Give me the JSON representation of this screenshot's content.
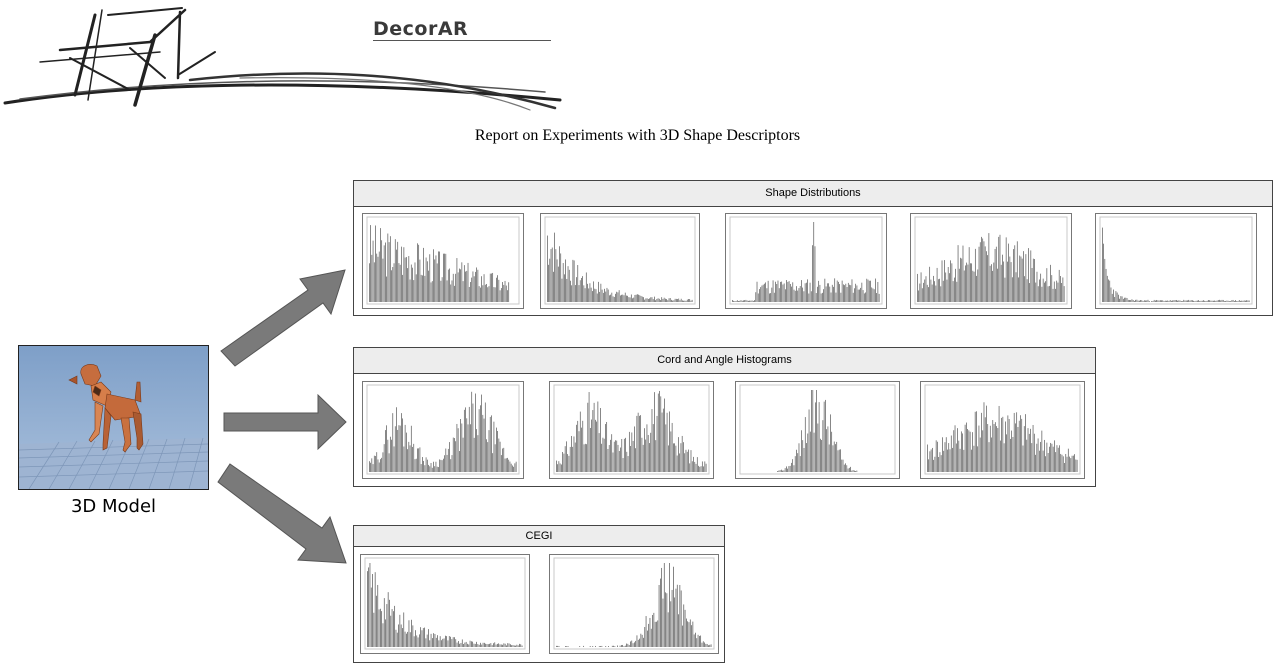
{
  "logo": {
    "name": "DecorAR"
  },
  "subtitle": "Report on Experiments with 3D Shape Descriptors",
  "model": {
    "caption": "3D Model"
  },
  "panels": [
    {
      "title": "Shape Distributions",
      "histograms": [
        {
          "profile": "decay",
          "seed": 3
        },
        {
          "profile": "fastdecay",
          "seed": 7
        },
        {
          "profile": "spike",
          "seed": 11
        },
        {
          "profile": "broad",
          "seed": 17
        },
        {
          "profile": "expdecay",
          "seed": 23
        }
      ]
    },
    {
      "title": "Cord and Angle Histograms",
      "histograms": [
        {
          "profile": "bimodal",
          "seed": 29
        },
        {
          "profile": "bimodal2",
          "seed": 31
        },
        {
          "profile": "gauss",
          "seed": 37
        },
        {
          "profile": "broad2",
          "seed": 41
        }
      ]
    },
    {
      "title": "CEGI",
      "histograms": [
        {
          "profile": "fastdecay",
          "seed": 43
        },
        {
          "profile": "rightpeak",
          "seed": 47
        }
      ]
    }
  ],
  "colors": {
    "arrow_fill": "#7a7a7a",
    "arrow_stroke": "#555555",
    "bar": "#555555",
    "panel_header": "#ededed"
  }
}
